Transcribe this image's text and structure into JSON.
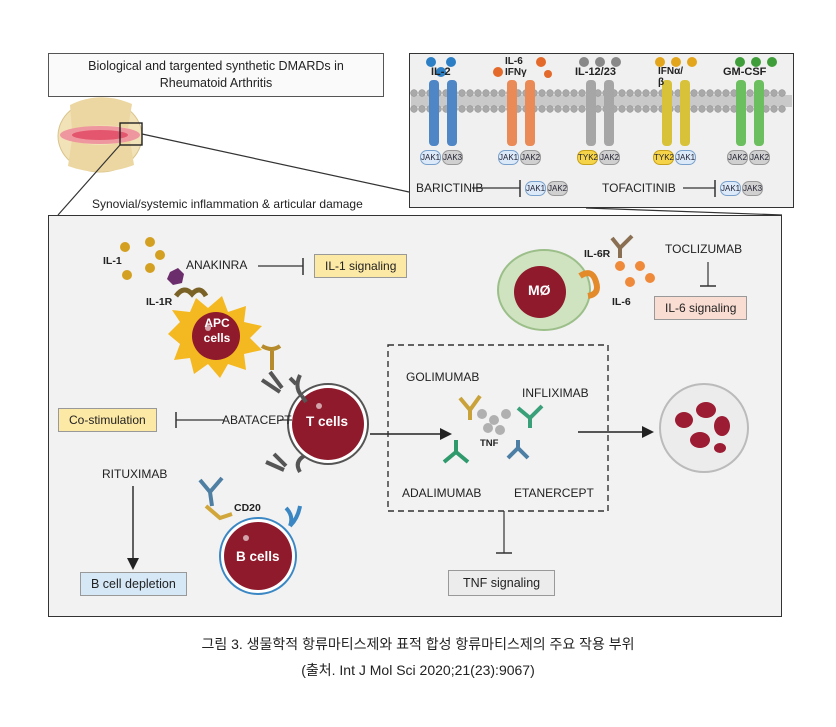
{
  "header": {
    "title_line1": "Biological and targented synthetic DMARDs in",
    "title_line2": "Rheumatoid Arthritis",
    "inflammation_label": "Synovial/systemic inflammation & articular damage"
  },
  "receptors": [
    {
      "name": "IL-2",
      "jak": [
        "JAK1",
        "JAK3"
      ]
    },
    {
      "name": "IL-6 IFNγ",
      "jak": [
        "JAK1",
        "JAK2"
      ]
    },
    {
      "name": "IL-12/23",
      "jak": [
        "TYK2",
        "JAK2"
      ]
    },
    {
      "name": "IFNα/β",
      "jak": [
        "TYK2",
        "JAK1"
      ]
    },
    {
      "name": "GM-CSF",
      "jak": [
        "JAK2",
        "JAK2"
      ]
    }
  ],
  "receptor_labels": {
    "il6": "IL-6",
    "ifng": "IFNγ",
    "ifna_line1": "IFNα/",
    "ifna_line2": "β"
  },
  "jak_inhibitors": {
    "baricitinib": "BARICTINIB",
    "baricitinib_targets": [
      "JAK1",
      "JAK2"
    ],
    "tofacitinib": "TOFACITINIB",
    "tofacitinib_targets": [
      "JAK1",
      "JAK3"
    ]
  },
  "main": {
    "il1": "IL-1",
    "il1r": "IL-1R",
    "anakinra": "ANAKINRA",
    "il1_signaling": "IL-1 signaling",
    "apc_line1": "APC",
    "apc_line2": "cells",
    "mo": "MØ",
    "il6r": "IL-6R",
    "il6": "IL-6",
    "tocilizumab": "TOCLIZUMAB",
    "il6_signaling": "IL-6 signaling",
    "co_stimulation": "Co-stimulation",
    "abatacept": "ABATACEPT",
    "t_cells": "T cells",
    "golimumab": "GOLIMUMAB",
    "infliximab": "INFLIXIMAB",
    "tnf": "TNF",
    "adalimumab": "ADALIMUMAB",
    "etanercept": "ETANERCEPT",
    "tnf_signaling": "TNF signaling",
    "rituximab": "RITUXIMAB",
    "cd20": "CD20",
    "b_cells": "B cells",
    "b_cell_depletion": "B cell depletion"
  },
  "caption": {
    "line1": "그림 3. 생물학적 항류마티스제와 표적 합성 항류마티스제의 주요 작용 부위",
    "line2": "(출처. Int J Mol Sci 2020;21(23):9067)"
  },
  "colors": {
    "il2": "#4f86c6",
    "il6": "#e98a57",
    "il12": "#a6a6a6",
    "ifna": "#d8c23a",
    "gmcsf": "#6cbf5e",
    "cell_red": "#8e1a2c",
    "apc_yellow": "#f4b820"
  }
}
